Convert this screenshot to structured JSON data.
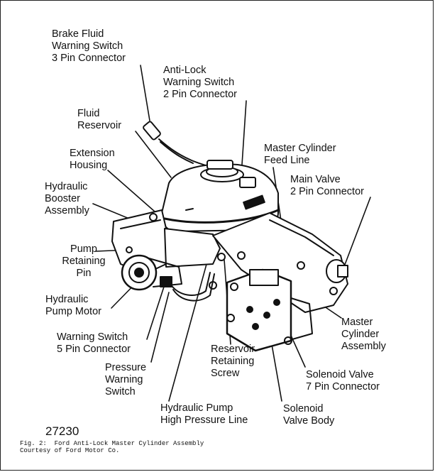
{
  "labels": {
    "brake_fluid_switch": "Brake Fluid\nWarning Switch\n3 Pin Connector",
    "antilock_switch": "Anti-Lock\nWarning Switch\n2 Pin Connector",
    "fluid_reservoir": "Fluid\nReservoir",
    "extension_housing": "Extension\nHousing",
    "hydraulic_booster": "Hydraulic\nBooster\nAssembly",
    "pump_retaining_pin": "Pump\nRetaining\nPin",
    "hydraulic_pump_motor": "Hydraulic\nPump Motor",
    "warning_switch_5pin": "Warning Switch\n5 Pin Connector",
    "pressure_warning_switch": "Pressure\nWarning\nSwitch",
    "hydraulic_pump_line": "Hydraulic Pump\nHigh Pressure Line",
    "reservoir_retaining_screw": "Reservoir\nRetaining\nScrew",
    "solenoid_valve_body": "Solenoid\nValve Body",
    "solenoid_valve_7pin": "Solenoid Valve\n7 Pin Connector",
    "master_cylinder_assembly": "Master\nCylinder\nAssembly",
    "main_valve_2pin": "Main Valve\n2 Pin Connector",
    "master_cylinder_feed": "Master Cylinder\nFeed Line"
  },
  "figure_number": "27230",
  "caption": {
    "line1": "Fig. 2:  Ford Anti-Lock Master Cylinder Assembly",
    "line2": "Courtesy of Ford Motor Co."
  }
}
